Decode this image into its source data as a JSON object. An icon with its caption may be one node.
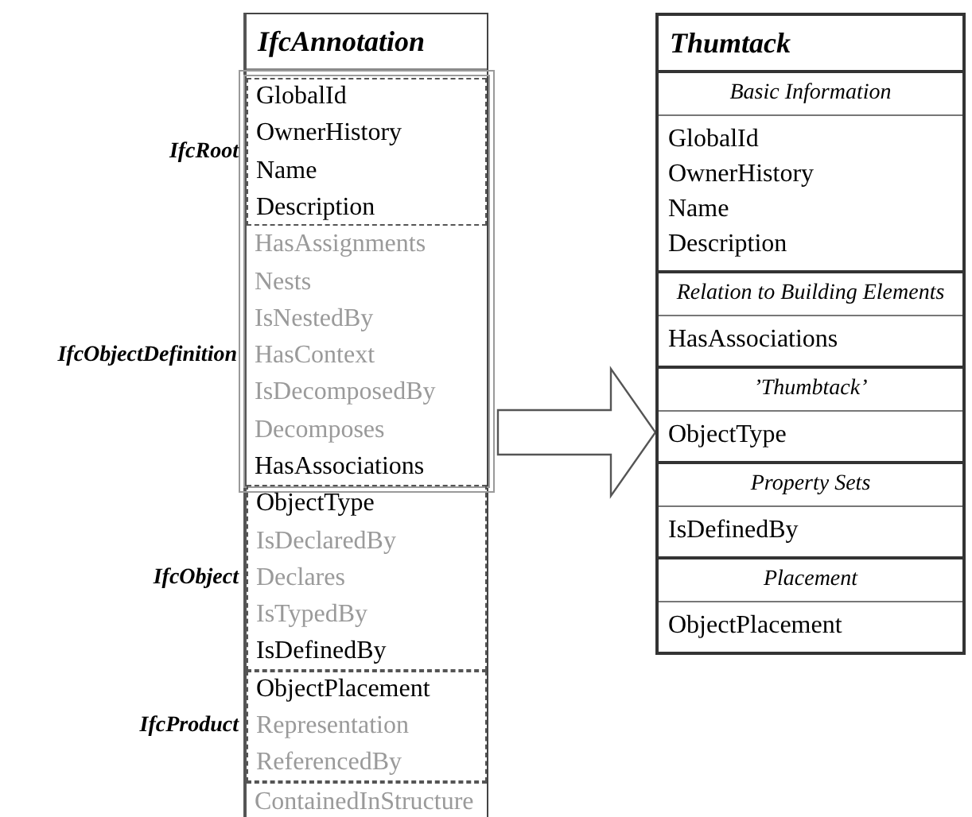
{
  "diagram": {
    "nodes": [
      {
        "text": [
          "IfcAnnotation",
          "ContainedInStructure"
        ]
      },
      {
        "text": [
          "IfcObjectDefinition",
          "HasAssignments",
          "Nests",
          "IsNestedBy",
          "HasContext",
          "IsDecomposedBy",
          "Decomposes",
          "HasAssociations"
        ],
        "in": 0
      },
      {
        "text": [
          "IfcRoot",
          "GlobalId",
          "OwnerHistory",
          "Name",
          "Description"
        ],
        "in": 1
      },
      {
        "text": [
          "IfcObject",
          "ObjectType",
          "IsDeclaredBy",
          "Declares",
          "IsTypedBy",
          "IsDefinedBy"
        ],
        "in": 0
      },
      {
        "text": [
          "IfcProduct",
          "ObjectPlacement",
          "Representation",
          "ReferencedBy"
        ],
        "in": 0
      },
      {
        "text": [
          "Thumtack"
        ]
      },
      {
        "text": [
          "Basic Information",
          "GlobalId",
          "OwnerHistory",
          "Name",
          "Description"
        ],
        "in": 5
      },
      {
        "text": [
          "Relation to Building Elements",
          "HasAssociations"
        ],
        "in": 5
      },
      {
        "text": [
          "’Thumbtack’",
          "ObjectType"
        ],
        "in": 5
      },
      {
        "text": [
          "Property Sets",
          "IsDefinedBy"
        ],
        "in": 5
      },
      {
        "text": [
          "Placement",
          "ObjectPlacement"
        ],
        "in": 5
      }
    ],
    "edges": [
      {
        "from": 0,
        "to": 5,
        "arrow": "to",
        "style": "thick"
      }
    ]
  }
}
